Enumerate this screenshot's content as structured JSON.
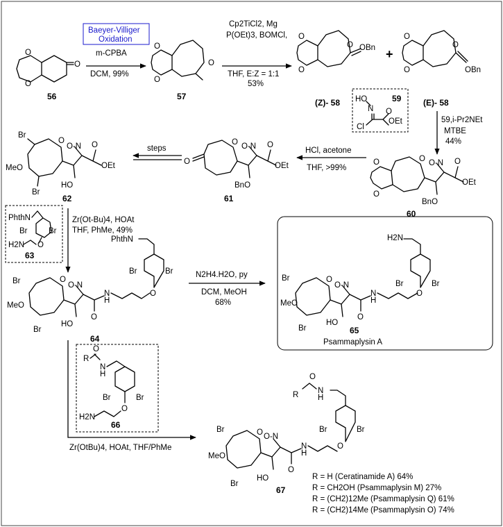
{
  "compounds": {
    "c56": "56",
    "c57": "57",
    "z58": "(Z)- 58",
    "e58": "(E)- 58",
    "c59": "59",
    "c60": "60",
    "c61": "61",
    "c62": "62",
    "c63": "63",
    "c64": "64",
    "c65": "65",
    "c65_name": "Psammaplysin A",
    "c66": "66",
    "c67": "67"
  },
  "reagents": {
    "step1_box_line1": "Baeyer-Villiger",
    "step1_box_line2": "Oxidation",
    "step1_line1": "m-CPBA",
    "step1_line2": "DCM, 99%",
    "step2_line1": "Cp2TiCl2, Mg",
    "step2_line2": "P(OEt)3, BOMCl,",
    "step2_line3": "THF, E:Z = 1:1",
    "step2_line4": "53%",
    "plus": "+",
    "step3_line1": "59,i-Pr2NEt",
    "step3_line2": "MTBE",
    "step3_line3": "44%",
    "step4_line1": "HCl, acetone",
    "step4_line2": "THF, >99%",
    "step5_line1": "steps",
    "step6_line1": "Zr(Ot-Bu)4, HOAt",
    "step6_line2": "THF, PhMe, 49%",
    "step7_line1": "N2H4.H2O, py",
    "step7_line2": "DCM, MeOH",
    "step7_line3": "68%",
    "step8_line1": "Zr(OtBu)4, HOAt, THF/PhMe"
  },
  "atoms": {
    "O": "O",
    "Br": "Br",
    "MeO": "MeO",
    "HO": "HO",
    "OEt": "OEt",
    "OBn": "OBn",
    "BnO": "BnO",
    "N": "N",
    "Cl": "Cl",
    "H": "H",
    "ON": "O-N",
    "ON2": "O-N",
    "PhthN": "PhthN",
    "H2N": "H2N",
    "R": "R"
  },
  "results": [
    "R = H (Ceratinamide A) 64%",
    "R = CH2OH (Psammaplysin M) 27%",
    "R = (CH2)12Me (Psammaplysin Q) 61%",
    "R = (CH2)14Me (Psammaplysin O) 74%"
  ],
  "colors": {
    "accent": "#1a1acc",
    "line": "#000000",
    "border": "#444444"
  }
}
